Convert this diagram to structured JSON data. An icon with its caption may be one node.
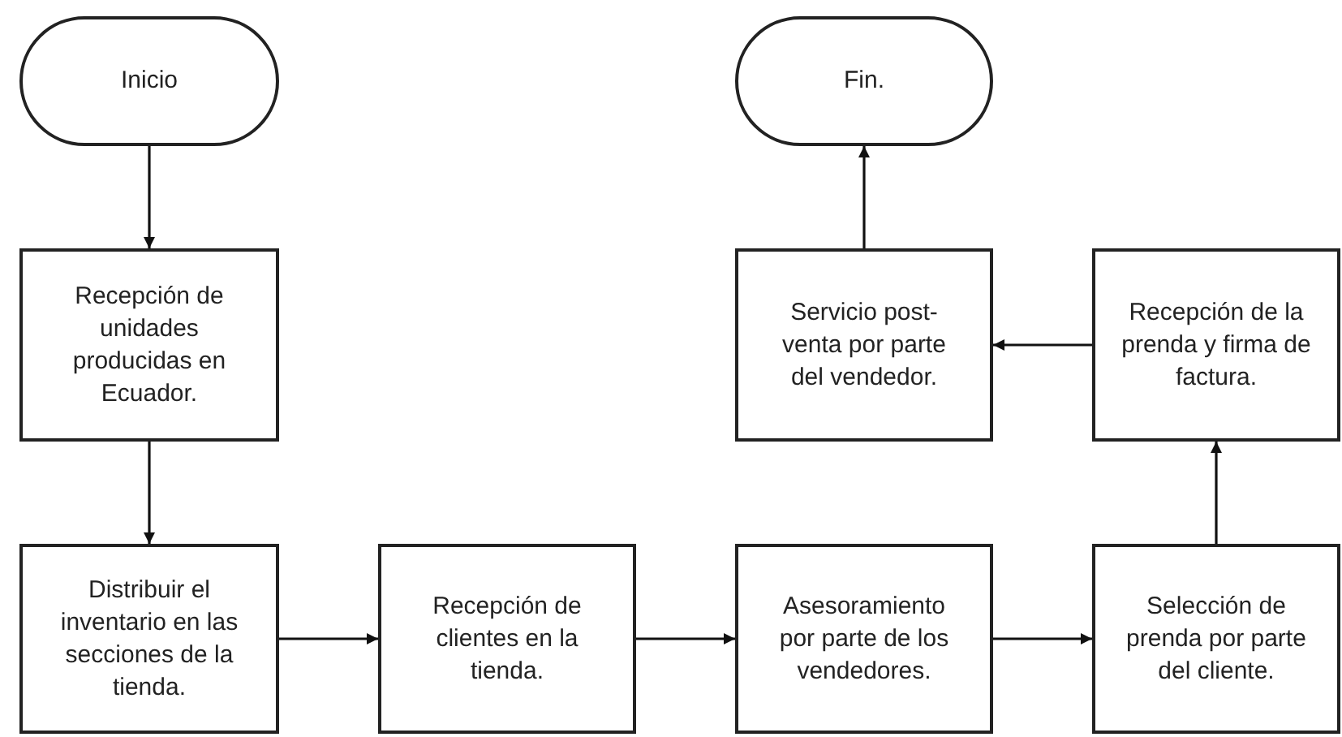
{
  "diagram": {
    "nodes": [
      {
        "text": [
          "Inicio"
        ]
      },
      {
        "text": [
          "Fin."
        ]
      },
      {
        "text": [
          "Recepción de unidades producidas en Ecuador."
        ]
      },
      {
        "text": [
          "Servicio post-venta por parte del vendedor."
        ]
      },
      {
        "text": [
          "Recepción de la prenda y firma de factura."
        ]
      },
      {
        "text": [
          "Distribuir el inventario en las secciones de la tienda."
        ]
      },
      {
        "text": [
          "Recepción de clientes en la tienda."
        ]
      },
      {
        "text": [
          "Asesoramiento por parte de los vendedores."
        ]
      },
      {
        "text": [
          "Selección de prenda por parte del cliente."
        ]
      }
    ],
    "edges": [
      {
        "from": 0,
        "to": 2,
        "arrow": "to"
      },
      {
        "from": 2,
        "to": 5,
        "arrow": "to"
      },
      {
        "from": 5,
        "to": 6,
        "arrow": "to"
      },
      {
        "from": 6,
        "to": 7,
        "arrow": "to"
      },
      {
        "from": 7,
        "to": 8,
        "arrow": "to"
      },
      {
        "from": 8,
        "to": 4,
        "arrow": "to"
      },
      {
        "from": 4,
        "to": 3,
        "arrow": "to"
      },
      {
        "from": 3,
        "to": 1,
        "arrow": "to"
      }
    ]
  }
}
